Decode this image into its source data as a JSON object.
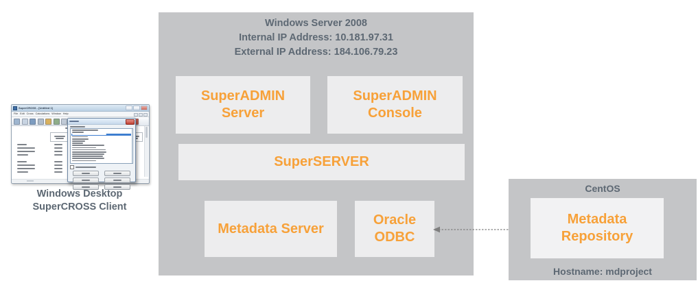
{
  "palette": {
    "host_gray": "#c4c5c7",
    "component_light": "#ededee",
    "repository_light": "#f2f2f3",
    "accent_orange": "#f7a139",
    "label_slate": "#5d6873",
    "arrow_gray": "#7f7f7f"
  },
  "windows_server": {
    "title": "Windows Server 2008",
    "internal_ip": "Internal IP Address: 10.181.97.31",
    "external_ip": "External IP Address: 184.106.79.23",
    "components": {
      "superadmin_server": "SuperADMIN\nServer",
      "superadmin_console": "SuperADMIN\nConsole",
      "superserver": "SuperSERVER",
      "metadata_server": "Metadata Server",
      "oracle_odbc": "Oracle\nODBC"
    }
  },
  "centos": {
    "title": "CentOS",
    "component": "Metadata\nRepository",
    "hostname": "Hostname: mdproject"
  },
  "connection": {
    "type": "bidirectional-dashed-arrow"
  },
  "client": {
    "caption_line1": "Windows Desktop",
    "caption_line2": "SuperCROSS Client",
    "window_title": "SuperCROSS - [Untitled 1]",
    "menu_items": [
      "File",
      "Edit",
      "Cross",
      "Calculations",
      "Window",
      "Help"
    ]
  },
  "client_thumbnail": {
    "toolbar_icon_colors": [
      "#9fb6d0",
      "#c8d4e2",
      "#7d9cc0",
      "#b0bdcb",
      "#d9b15e",
      "#8fae8a",
      "#c0cad6",
      "#6f93ba",
      "#d2dae4",
      "#b65045",
      "#89a7c9",
      "#e0a94f",
      "#9cb3cf",
      "#4f7cab",
      "#74a068",
      "#c75b4e"
    ],
    "table": {
      "columns": 5,
      "row_label_widths": [
        14,
        26,
        26,
        16,
        0,
        14,
        26,
        26,
        16
      ]
    },
    "list_row_widths": [
      44,
      20,
      58,
      26,
      28,
      22,
      18,
      54,
      40,
      56,
      58,
      54,
      52,
      54,
      40
    ],
    "selected_row_index": 2
  }
}
